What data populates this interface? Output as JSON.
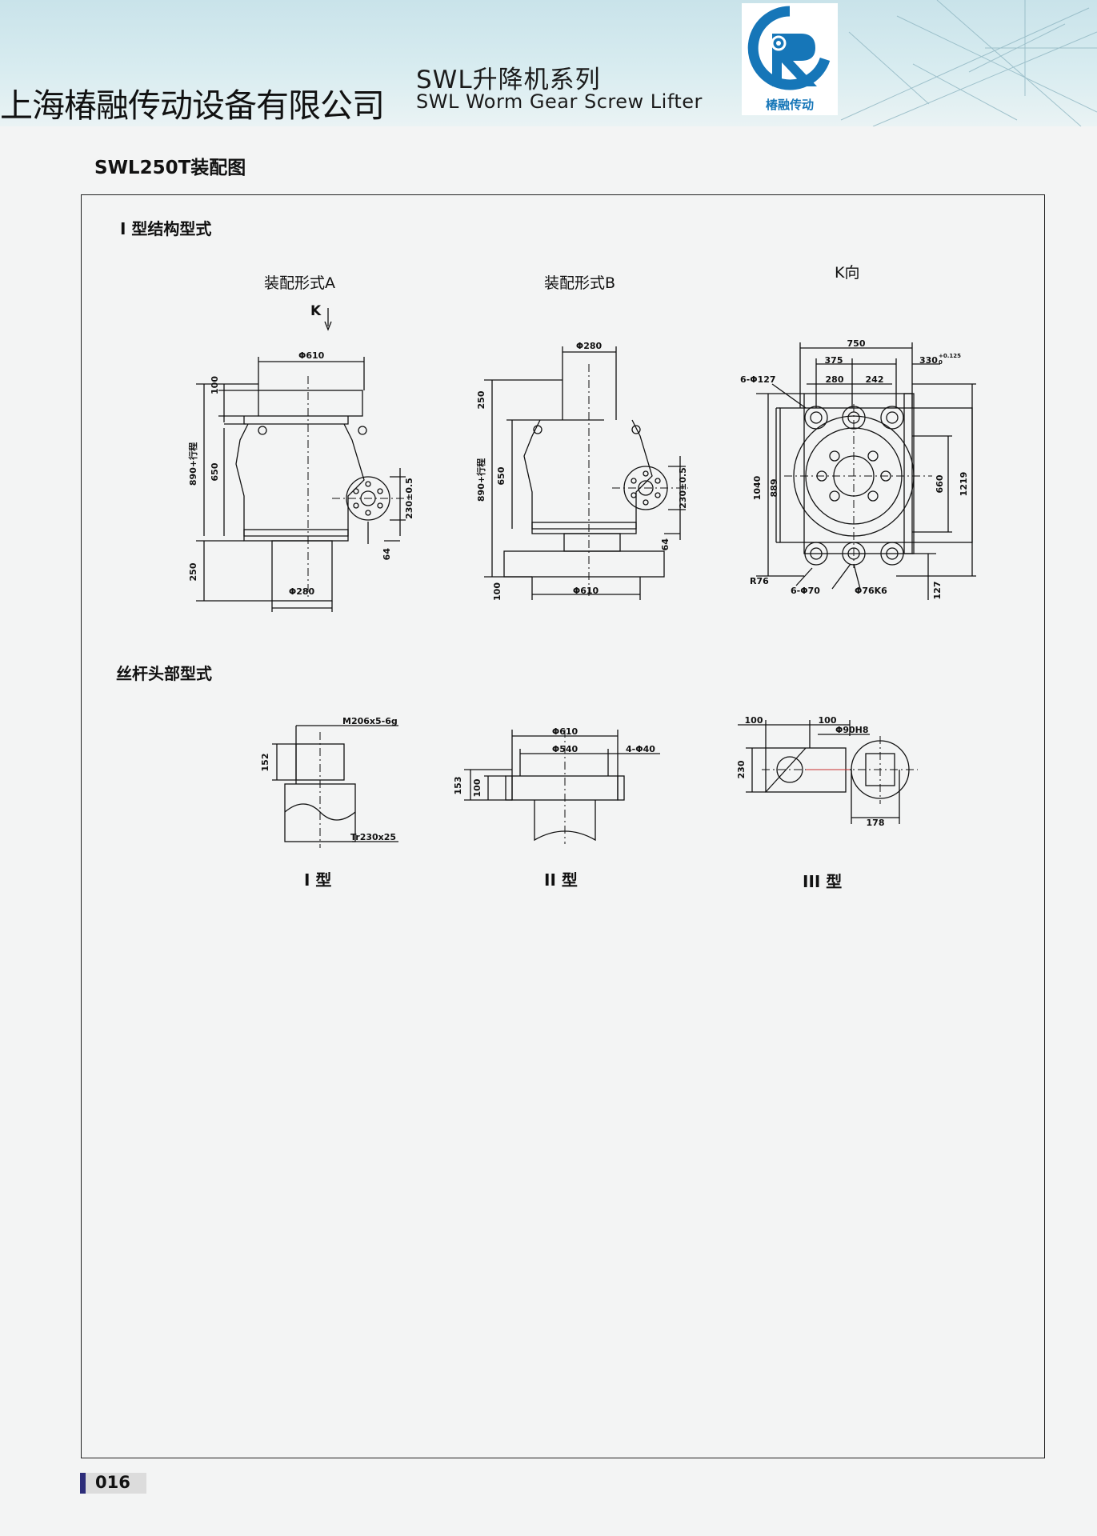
{
  "header": {
    "company_name": "上海椿融传动设备有限公司",
    "series_cn": "SWL升降机系列",
    "series_en": "SWL Worm  Gear Screw Lifter",
    "logo_text": "椿融传动",
    "logo_icon": "gear-R-logo",
    "accent_color": "#1676b8"
  },
  "page_title": "SWL250T装配图",
  "section_structure": "I 型结构型式",
  "views": {
    "a": {
      "label": "装配形式A",
      "k_arrow": "K",
      "dims": {
        "d610": "Φ610",
        "h100": "100",
        "h890": "890+行程",
        "h650": "650",
        "h250": "250",
        "d280": "Φ280",
        "c230": "230±0.5",
        "o64": "64"
      }
    },
    "b": {
      "label": "装配形式B",
      "dims": {
        "d280": "Φ280",
        "h250": "250",
        "h890": "890+行程",
        "h650": "650",
        "h100": "100",
        "d610": "Φ610",
        "c230": "230±0.5",
        "o64": "64"
      }
    },
    "k": {
      "label": "K向",
      "dims": {
        "w750": "750",
        "w375": "375",
        "w330": "330",
        "tol330": "+0.125",
        "tol330b": "0",
        "w280": "280",
        "w242": "242",
        "holes127": "6-Φ127",
        "h1040": "1040",
        "h889": "889",
        "h660": "660",
        "h1219": "1219",
        "r76": "R76",
        "holes70": "6-Φ70",
        "d76k6": "Φ76K6",
        "h127": "127"
      }
    }
  },
  "section_screw_head": "丝杆头部型式",
  "screw_heads": {
    "t1": {
      "label": "I 型",
      "thread": "M206x5-6g",
      "h152": "152",
      "screw": "Tr230x25"
    },
    "t2": {
      "label": "II 型",
      "d610": "Φ610",
      "d540": "Φ540",
      "holes": "4-Φ40",
      "h153": "153",
      "h100": "100"
    },
    "t3": {
      "label": "III 型",
      "w100a": "100",
      "w100b": "100",
      "d90": "Φ90H8",
      "h230": "230",
      "w178": "178"
    }
  },
  "page_number": "016"
}
